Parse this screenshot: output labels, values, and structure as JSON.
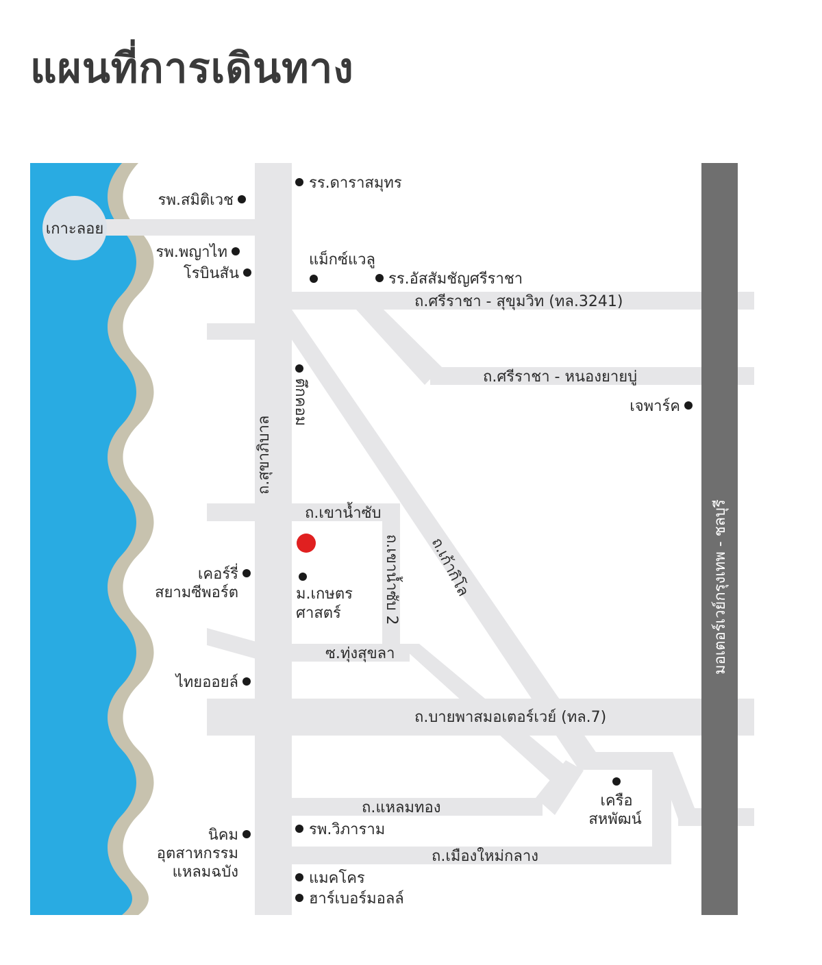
{
  "page": {
    "title": "แผนที่การเดินทาง"
  },
  "colors": {
    "sea": "#29ABE2",
    "beach": "#C7C2AE",
    "road": "#E6E6E8",
    "motorway": "#6F6F6F",
    "marker": "#E02020",
    "poi_dot": "#1A1A1A",
    "island": "#DCE3EA"
  },
  "map": {
    "island_label": "เกาะลอย",
    "roads": {
      "sukhumvit": "ถ.ศรีราชา - สุขุมวิท (ทล.3241)",
      "nongyaibu": "ถ.ศรีราชา - หนองยายบู่",
      "khaonamsap": "ถ.เขาน้ำซับ",
      "thungsukla": "ซ.ทุ่งสุขลา",
      "bypass": "ถ.บายพาสมอเตอร์เวย์ (ทล.7)",
      "laemthong": "ถ.แหลมทอง",
      "muangmai": "ถ.เมืองใหม่กลาง",
      "sukhaphiban": "ถ.สุขาภิบาล",
      "kaokilo": "ถ.เก้ากิโล",
      "khaonamsap2": "ถ.เขาน้ำซับ 2",
      "motorway": "มอเตอร์เวย์กรุงเทพ - ชลบุรี"
    },
    "poi": {
      "dara": "รร.ดาราสมุทร",
      "samitivej": "รพ.สมิติเวช",
      "phyathai": "รพ.พญาไท",
      "robinson": "โรบินสัน",
      "maxvalu": "แม็กซ์แวลู",
      "assumption": "รร.อัสสัมชัญศรีราชา",
      "tuk_com": "ตึกคอม",
      "jpark": "เจพาร์ค",
      "kasetsart_1": "ม.เกษตร",
      "kasetsart_2": "ศาสตร์",
      "carry_1": "เคอร์รี่",
      "carry_2": "สยามซีพอร์ต",
      "thaioil": "ไทยออยล์",
      "nikhom_1": "นิคม",
      "nikhom_2": "อุตสาหกรรม",
      "nikhom_3": "แหลมฉบัง",
      "vibharam": "รพ.วิภาราม",
      "makro": "แมคโคร",
      "harbor": "ฮาร์เบอร์มอลล์",
      "sahaphat_1": "เครือ",
      "sahaphat_2": "สหพัฒน์"
    }
  }
}
